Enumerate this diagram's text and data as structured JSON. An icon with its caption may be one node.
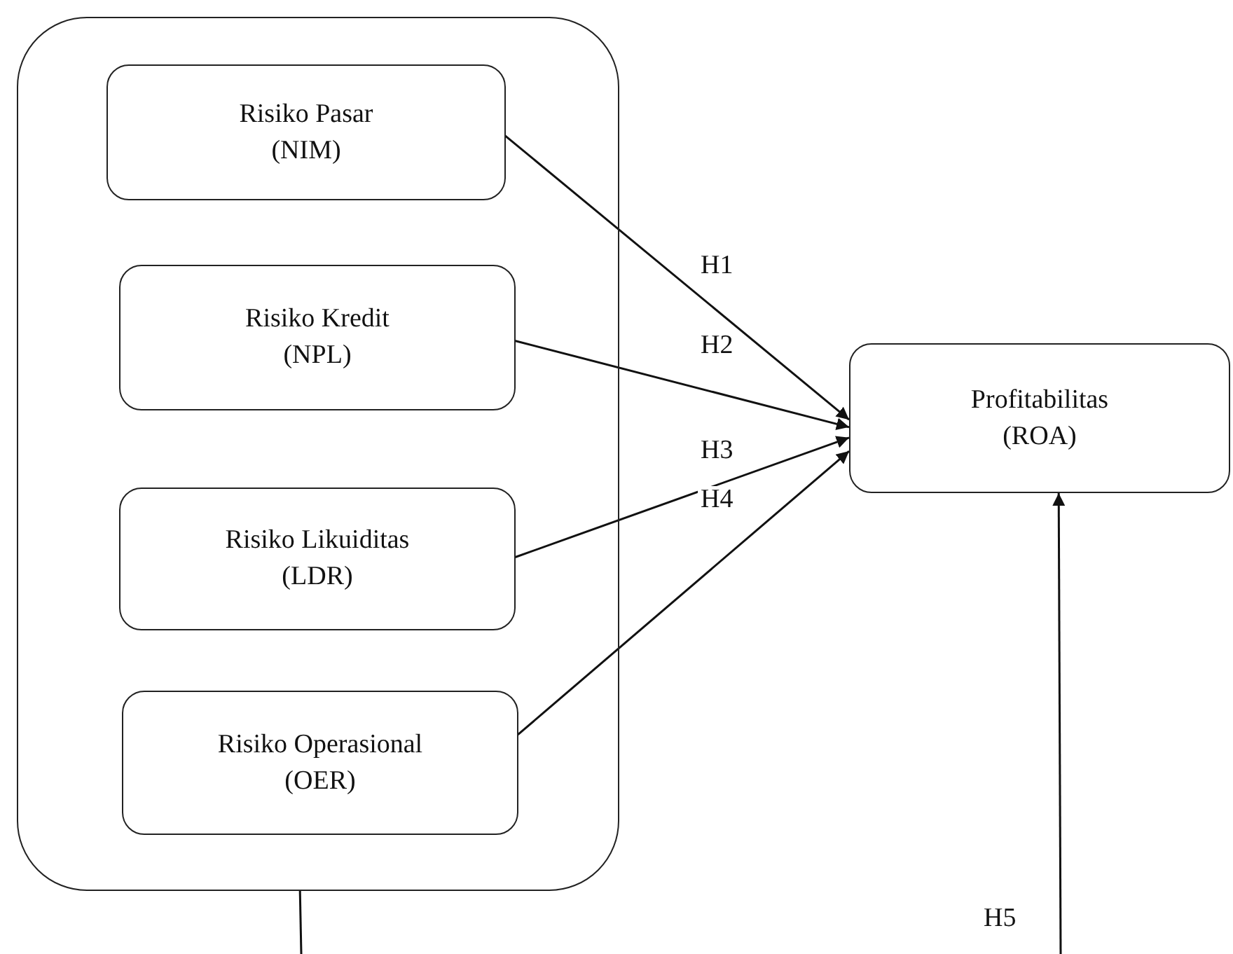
{
  "diagram": {
    "nodes": [
      {
        "text": [],
        "shape": "box"
      },
      {
        "text": [
          "Risiko Pasar (NIM)"
        ],
        "in": 0
      },
      {
        "text": [
          "Risiko Kredit (NPL)"
        ],
        "in": 0
      },
      {
        "text": [
          "Risiko Likuiditas (LDR)"
        ],
        "in": 0
      },
      {
        "text": [
          "Risiko Operasional (OER)"
        ],
        "in": 0
      },
      {
        "text": [
          "Profitabilitas (ROA)"
        ]
      }
    ],
    "edges": [
      {
        "from": 1,
        "to": 5,
        "arrow": "to",
        "label": "H1"
      },
      {
        "from": 2,
        "to": 5,
        "arrow": "to",
        "label": "H2"
      },
      {
        "from": 3,
        "to": 5,
        "arrow": "to",
        "label": "H3"
      },
      {
        "from": 4,
        "to": 5,
        "arrow": "to",
        "label": "H4"
      },
      {
        "from": 0,
        "to": null,
        "arrow": "none"
      },
      {
        "from": null,
        "to": 5,
        "arrow": "to",
        "label": "H5"
      }
    ]
  }
}
